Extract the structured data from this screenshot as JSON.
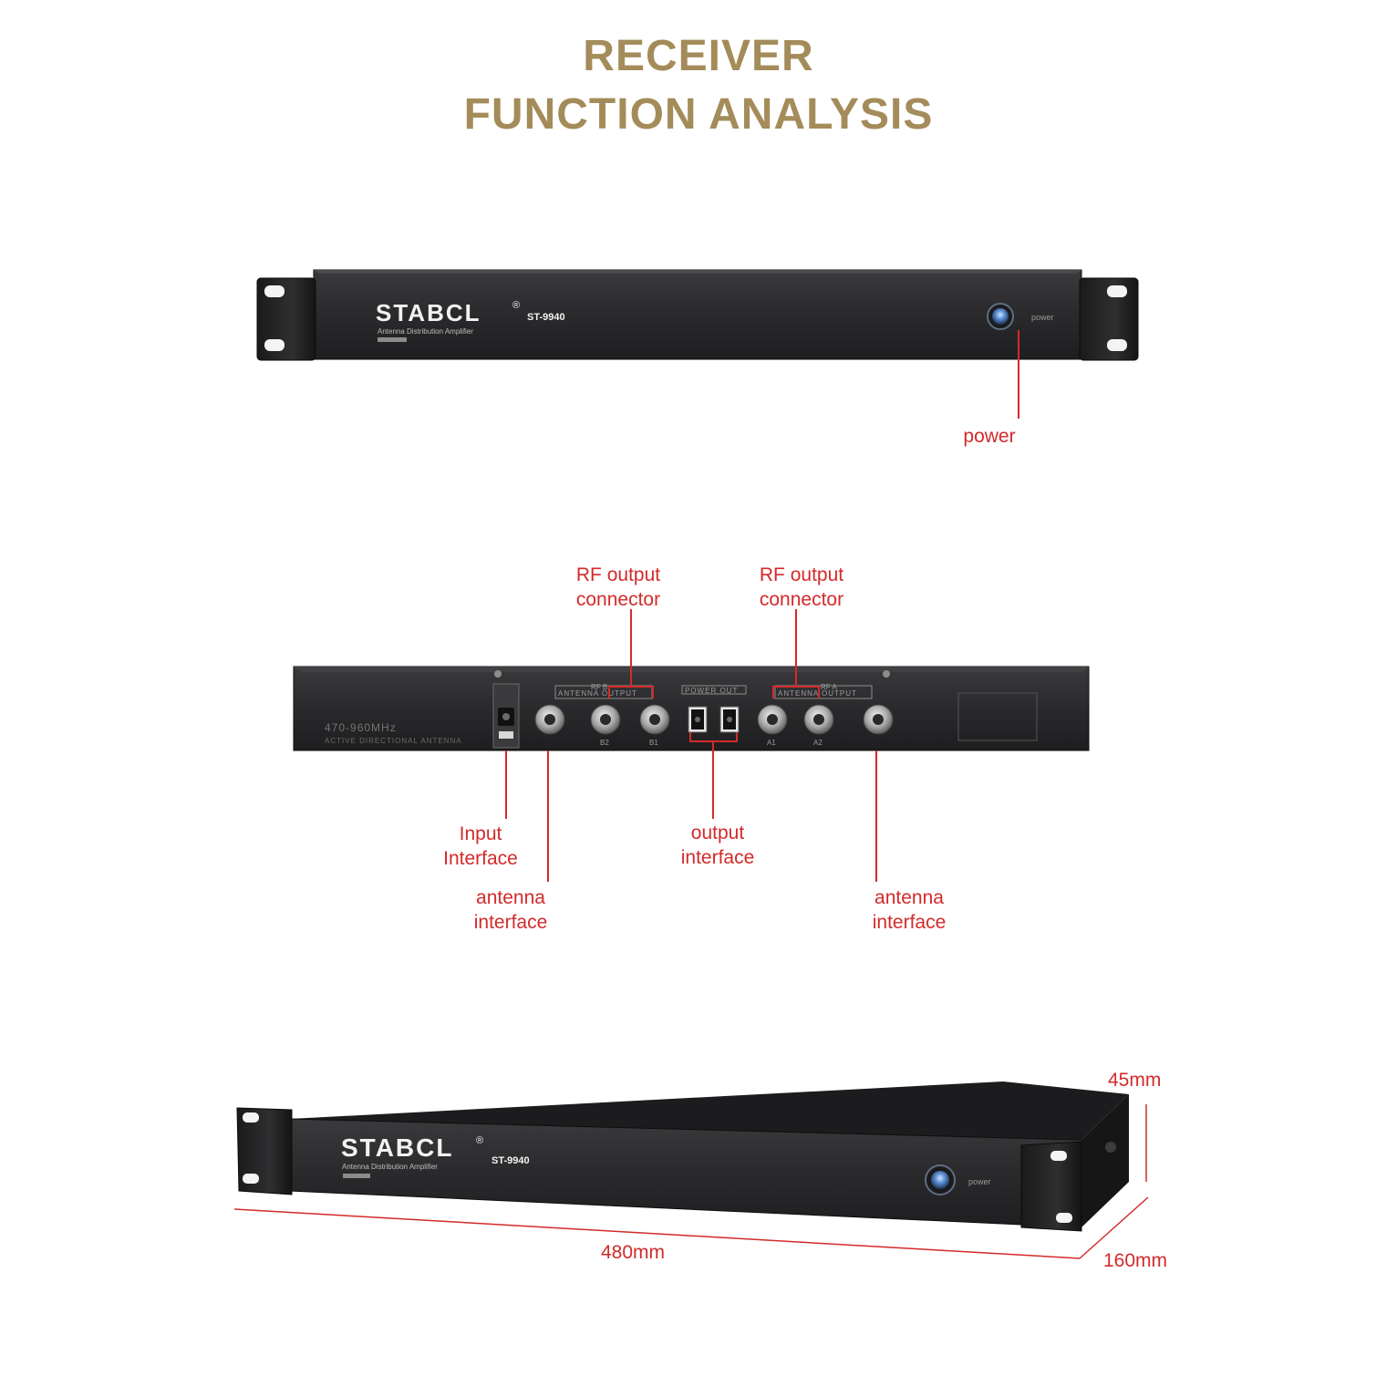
{
  "header": {
    "line1": "RECEIVER",
    "line2": "FUNCTION ANALYSIS"
  },
  "device": {
    "brand": "STABCL",
    "registered": "®",
    "model": "ST-9940",
    "subtitle": "Antenna Distribution Amplifier",
    "power_text": "power"
  },
  "front_panel": {
    "callout_power": "power"
  },
  "rear_panel": {
    "freq": "470-960MHz",
    "antenna_text": "ACTIVE DIRECTIONAL ANTENNA",
    "rf_b_label": "RF B",
    "rf_a_label": "RF A",
    "antenna_output": "ANTENNA OUTPUT",
    "power_out": "POWER OUT",
    "ports": [
      "B2",
      "B1",
      "A1",
      "A2"
    ],
    "callouts": {
      "rf_output_left": [
        "RF output",
        "connector"
      ],
      "rf_output_right": [
        "RF output",
        "connector"
      ],
      "input_interface": [
        "Input",
        "Interface"
      ],
      "output_interface": [
        "output",
        "interface"
      ],
      "antenna_interface_left": [
        "antenna",
        "interface"
      ],
      "antenna_interface_right": [
        "antenna",
        "interface"
      ]
    }
  },
  "dimensions": {
    "width": "480mm",
    "height": "45mm",
    "depth": "160mm"
  },
  "colors": {
    "title": "#a48c5a",
    "callout": "#d42a2a",
    "chassis": "#2b2b2d"
  }
}
